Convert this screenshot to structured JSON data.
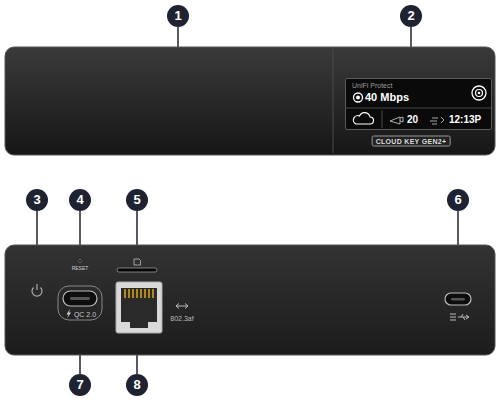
{
  "diagram": {
    "nodes": [
      {
        "text": [
          "UniFi Protect",
          "40 Mbps",
          "20",
          "12:13P"
        ]
      }
    ],
    "labels": [
      "1",
      "2",
      "CLOUD KEY GEN2+",
      "3",
      "4",
      "5",
      "6",
      "RESET",
      "QC 2.0",
      "802.3af",
      "7",
      "8"
    ]
  }
}
